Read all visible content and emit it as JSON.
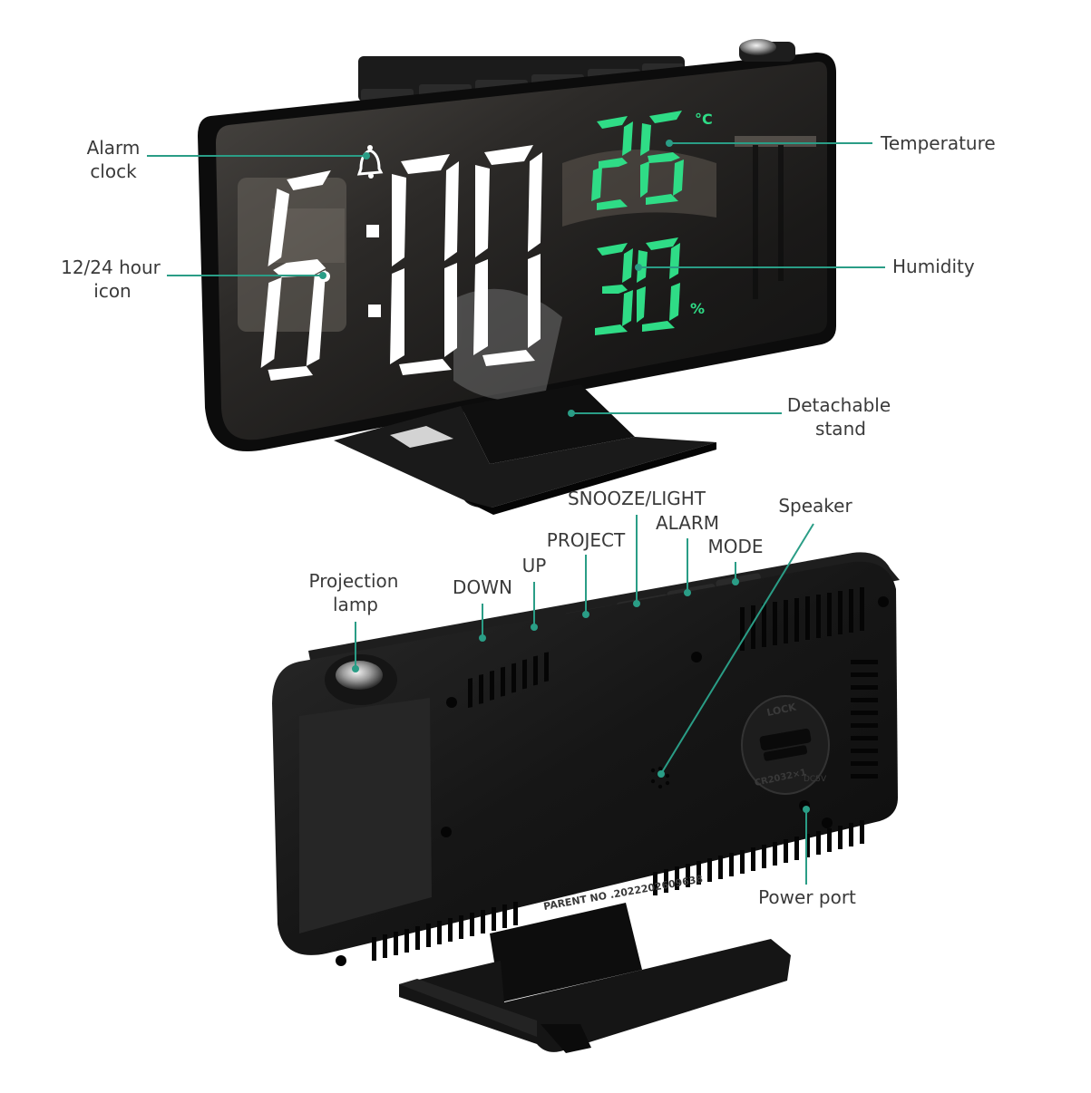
{
  "display": {
    "time_hours": "6",
    "time_minutes": "00",
    "temperature": "26",
    "temperature_unit": "°C",
    "humidity": "30",
    "humidity_unit": "%"
  },
  "labels": {
    "alarm_clock_line1": "Alarm",
    "alarm_clock_line2": "clock",
    "hour_icon_line1": "12/24 hour",
    "hour_icon_line2": "icon",
    "temperature": "Temperature",
    "humidity": "Humidity",
    "stand_line1": "Detachable",
    "stand_line2": "stand",
    "snooze_light": "SNOOZE/LIGHT",
    "speaker": "Speaker",
    "alarm": "ALARM",
    "project": "PROJECT",
    "mode": "MODE",
    "up": "UP",
    "down": "DOWN",
    "projection_lamp_line1": "Projection",
    "projection_lamp_line2": "lamp",
    "power_port": "Power port"
  },
  "back_panel": {
    "lock_text": "LOCK",
    "battery_text": "CR2032×1",
    "dc_text": "DC5V",
    "patent_text": "PARENT NO .2022202609638"
  },
  "colors": {
    "accent": "#2a9d86",
    "display_green": "#2fdc86",
    "display_white": "#ffffff",
    "body": "#111111"
  }
}
